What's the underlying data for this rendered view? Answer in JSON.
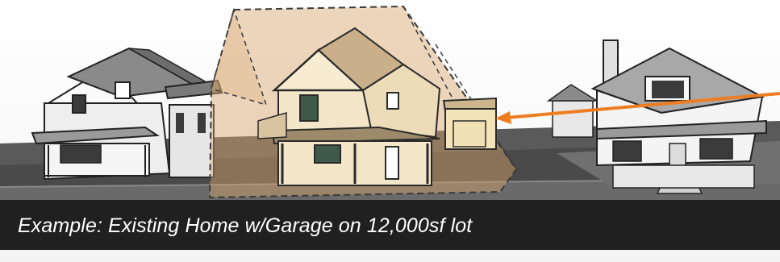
{
  "caption": "Example: Existing Home w/Garage on 12,000sf lot",
  "colors": {
    "envelope_fill": "#d8a36a",
    "envelope_stroke": "#3a3a3a",
    "arrow": "#ee7d22",
    "caption_bar": "#202020",
    "caption_text": "#ffffff",
    "street": "#4a4a4a"
  },
  "scene": {
    "buildings": [
      {
        "name": "house-left",
        "description_icon": "house-icon"
      },
      {
        "name": "existing-home",
        "description_icon": "house-icon"
      },
      {
        "name": "detached-garage",
        "description_icon": "garage-icon"
      },
      {
        "name": "house-right",
        "description_icon": "house-icon"
      }
    ],
    "envelope": "buildable-envelope",
    "callout": "arrow-icon"
  }
}
